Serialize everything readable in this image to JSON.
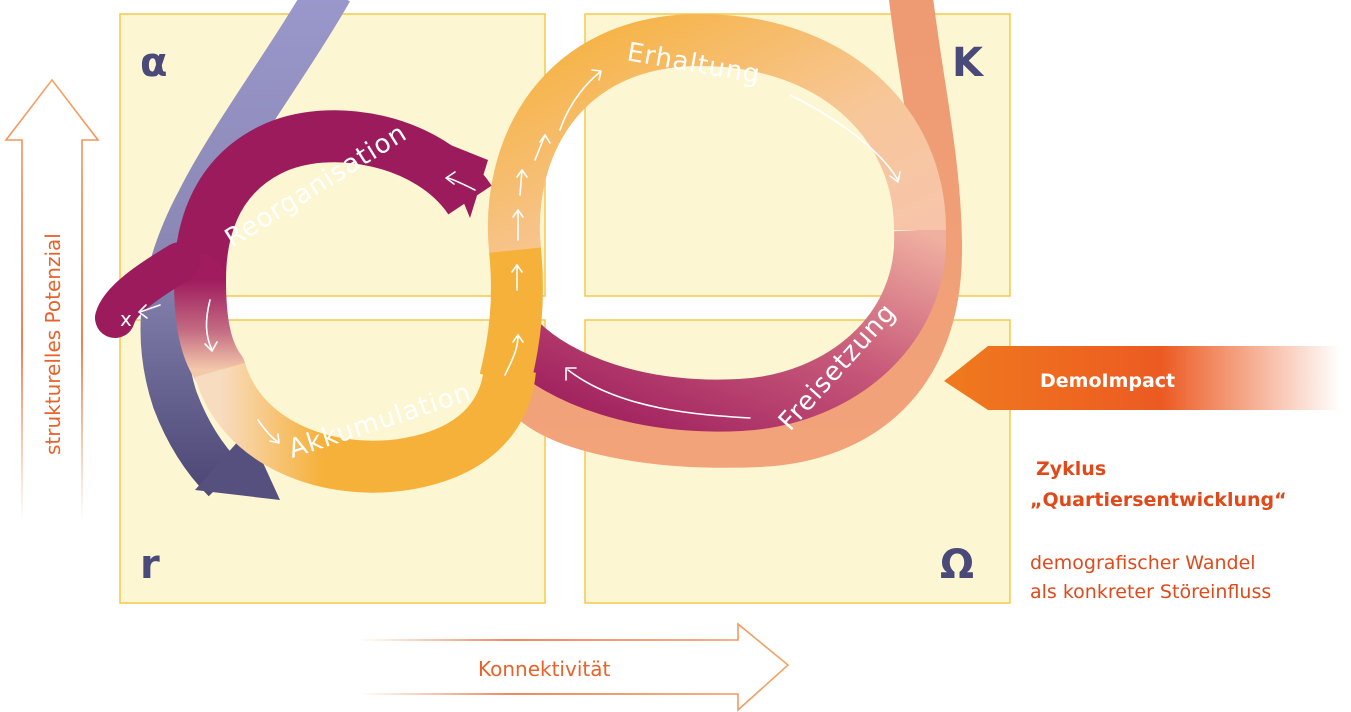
{
  "quadrants": {
    "alpha": "α",
    "kappa": "K",
    "r": "r",
    "omega": "Ω"
  },
  "phases": {
    "reorganisation": "Reorganisation",
    "erhaltung": "Erhaltung",
    "freisetzung": "Freisetzung",
    "akkumulation": "Akkumulation",
    "exit": "x"
  },
  "axes": {
    "y_label": "strukturelles Potenzial",
    "x_label": "Konnektivität"
  },
  "impact": {
    "label": "DemoImpact"
  },
  "side": {
    "cycle_title_line1": "Zyklus",
    "cycle_title_line2": "„Quartiersentwicklung“",
    "desc_line1": "demografischer Wandel",
    "desc_line2": "als konkreter Störeinfluss"
  },
  "colors": {
    "quadrant_fill": "#fdf6d3",
    "quadrant_stroke": "#f5c84a",
    "amber": "#f6b13a",
    "magenta": "#9c1b5c",
    "salmon": "#ef9a70",
    "lavender": "#8c88b8",
    "accent_orange": "#e8632a"
  }
}
